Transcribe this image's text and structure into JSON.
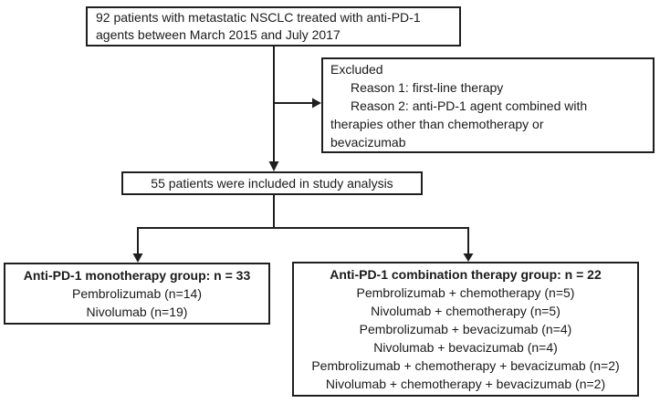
{
  "figure": {
    "background_color": "#ffffff",
    "line_color": "#1f1f1f",
    "text_color": "#1a1a1a"
  },
  "boxes": {
    "initial": {
      "text": "92 patients with metastatic NSCLC treated with anti-PD-1 agents between March 2015 and July 2017"
    },
    "excluded": {
      "title": "Excluded",
      "lines": [
        "Reason 1: first-line therapy",
        "Reason 2: anti-PD-1 agent combined with",
        "therapies other than chemotherapy or",
        "bevacizumab"
      ]
    },
    "included": {
      "text": "55 patients were included in study analysis"
    },
    "monotherapy": {
      "title": "Anti-PD-1 monotherapy group: n = 33",
      "items": [
        "Pembrolizumab (n=14)",
        "Nivolumab (n=19)"
      ]
    },
    "combination": {
      "title": "Anti-PD-1 combination therapy group: n = 22",
      "items": [
        "Pembrolizumab + chemotherapy (n=5)",
        "Nivolumab + chemotherapy (n=5)",
        "Pembrolizumab + bevacizumab (n=4)",
        "Nivolumab + bevacizumab (n=4)",
        "Pembrolizumab + chemotherapy + bevacizumab (n=2)",
        "Nivolumab + chemotherapy + bevacizumab (n=2)"
      ]
    }
  }
}
